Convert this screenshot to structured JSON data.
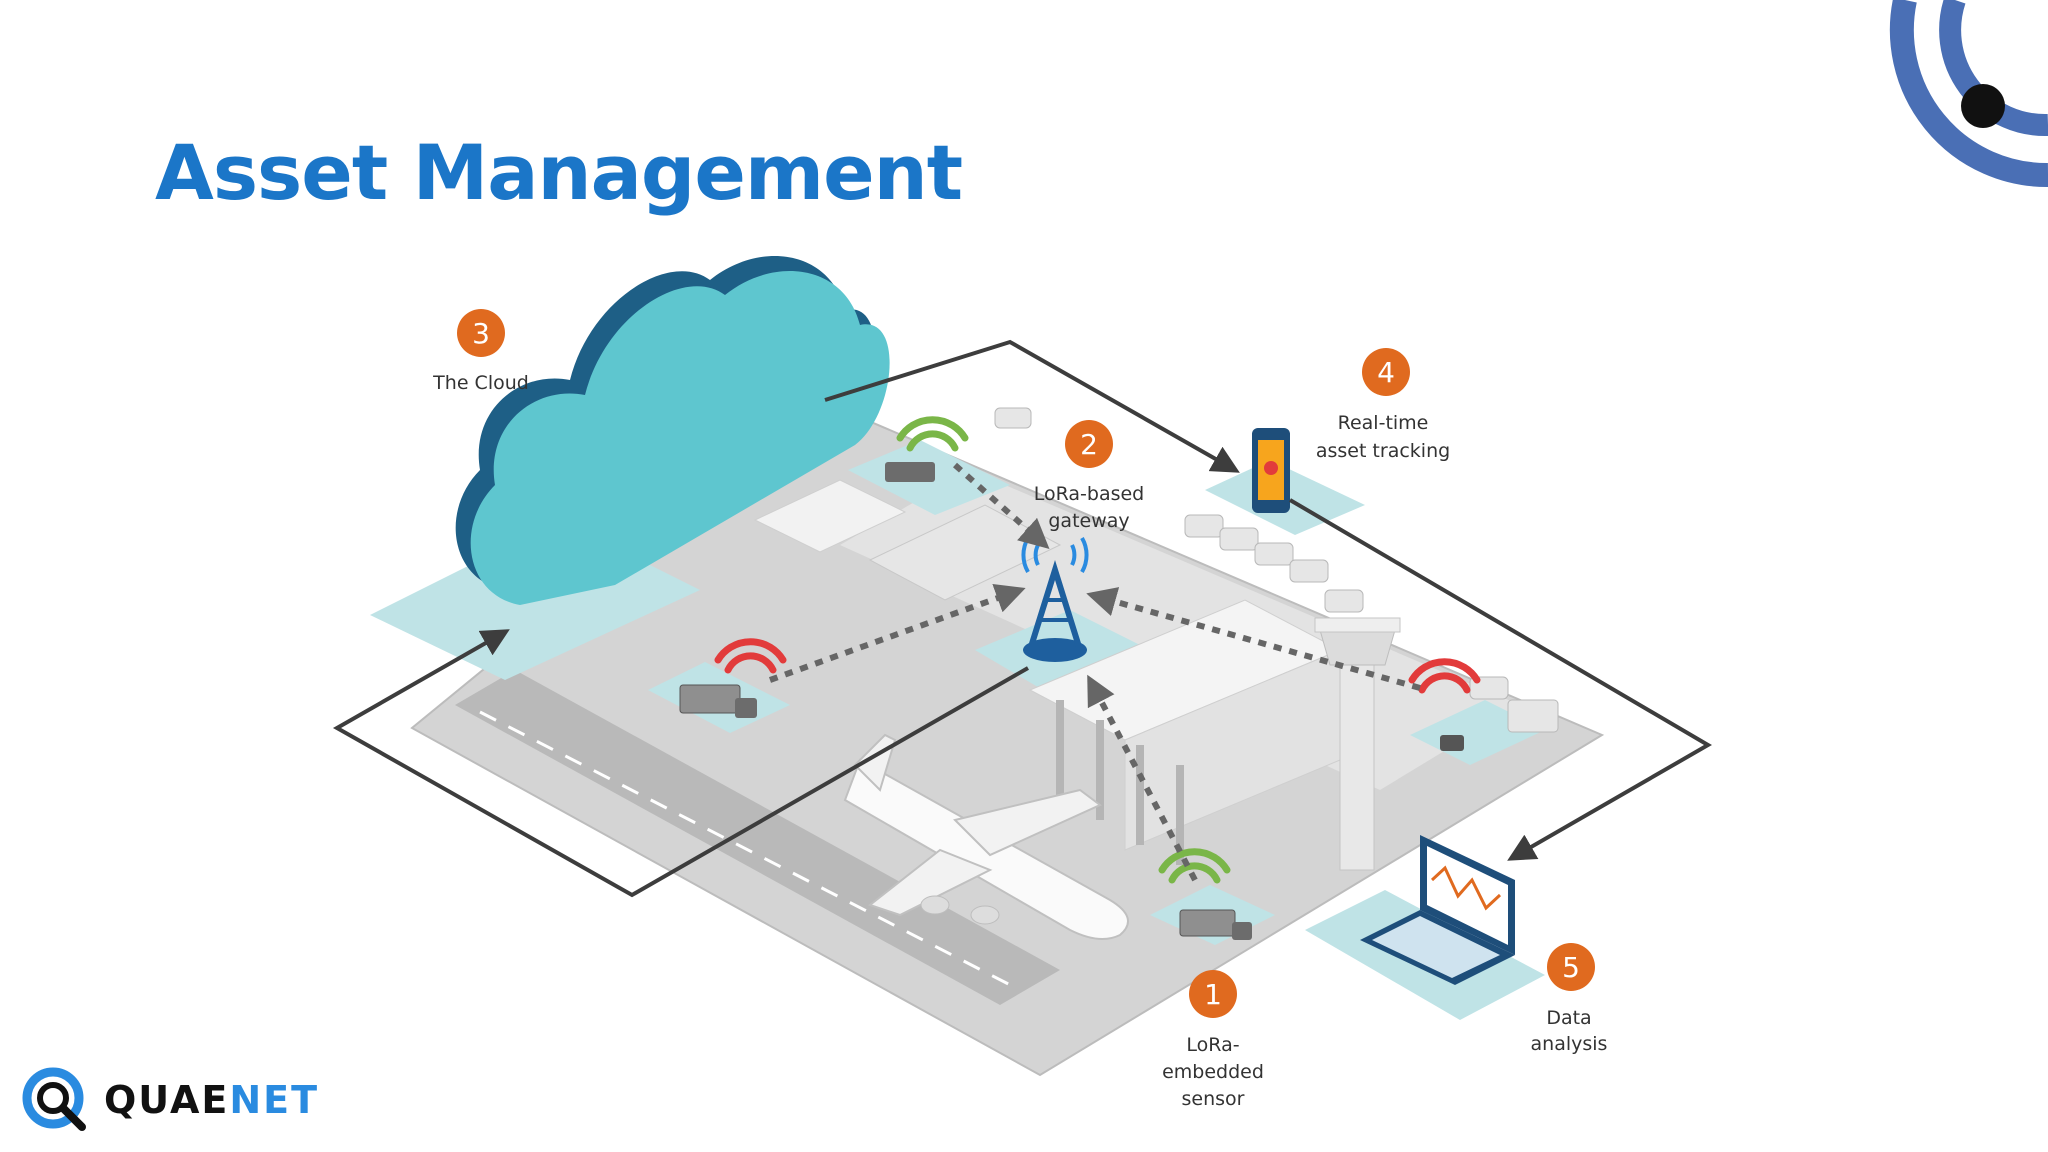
{
  "slide": {
    "title": "Asset Management"
  },
  "steps": [
    {
      "number": "1",
      "lines": [
        "LoRa-",
        "embedded",
        "sensor"
      ]
    },
    {
      "number": "2",
      "lines": [
        "LoRa-based",
        "gateway"
      ]
    },
    {
      "number": "3",
      "lines": [
        "The Cloud"
      ]
    },
    {
      "number": "4",
      "lines": [
        "Real-time",
        "asset tracking"
      ]
    },
    {
      "number": "5",
      "lines": [
        "Data",
        "analysis"
      ]
    }
  ],
  "brand": {
    "name_part1": "QUAE",
    "name_part2": "NET"
  },
  "colors": {
    "title": "#1b76c8",
    "badge": "#e06a1f",
    "cloud": "#5ec6cf",
    "cloud_shade": "#1e5f86",
    "teal_pad": "#bfe3e6",
    "logo_arc": "#4a6fb5",
    "signal_green": "#7ab648",
    "signal_red": "#e23b3b"
  }
}
